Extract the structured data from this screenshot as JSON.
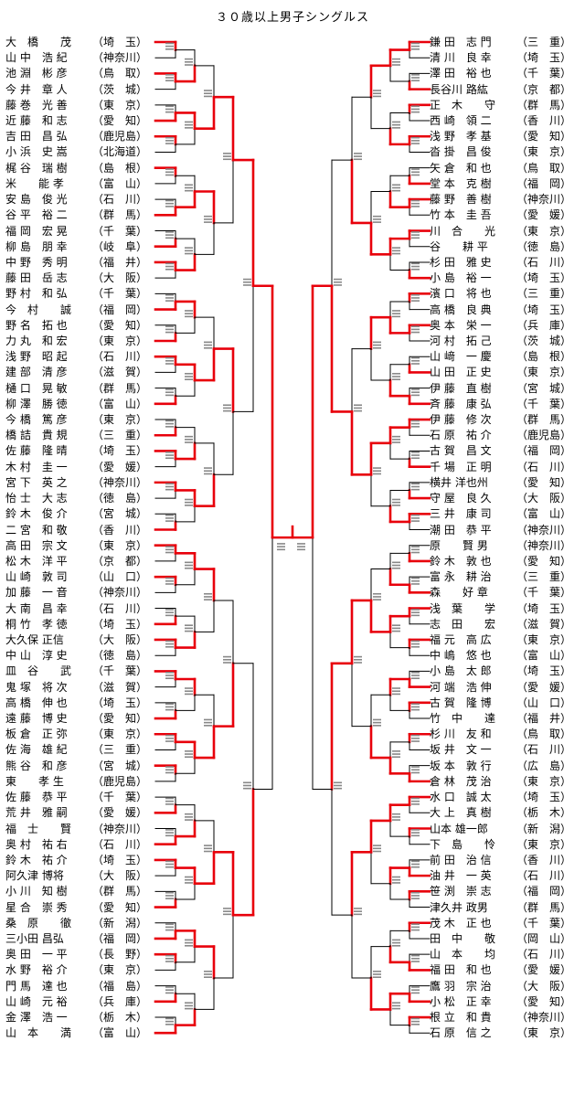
{
  "title": "３０歳以上男子シングルス",
  "left": [
    {
      "name": "大　橋　　茂",
      "pref": "（埼　玉）"
    },
    {
      "name": "山 中　浩 紀",
      "pref": "（神奈川）"
    },
    {
      "name": "池 淵　彬 彦",
      "pref": "（鳥　取）"
    },
    {
      "name": "今 井　章 人",
      "pref": "（茨　城）"
    },
    {
      "name": "藤 巻　光 善",
      "pref": "（東　京）"
    },
    {
      "name": "近 藤　和 志",
      "pref": "（愛　知）"
    },
    {
      "name": "吉 田　昌 弘",
      "pref": "（鹿児島）"
    },
    {
      "name": "小 浜　史 嵩",
      "pref": "（北海道）"
    },
    {
      "name": "梶 谷　瑞 樹",
      "pref": "（島　根）"
    },
    {
      "name": "米　　能 孝",
      "pref": "（富　山）"
    },
    {
      "name": "安 島　俊 光",
      "pref": "（石　川）"
    },
    {
      "name": "谷 平　裕 二",
      "pref": "（群　馬）"
    },
    {
      "name": "福 岡　宏 晃",
      "pref": "（千　葉）"
    },
    {
      "name": "柳 島　朋 幸",
      "pref": "（岐　阜）"
    },
    {
      "name": "中 野　秀 明",
      "pref": "（福　井）"
    },
    {
      "name": "藤 田　岳 志",
      "pref": "（大　阪）"
    },
    {
      "name": "野 村　和 弘",
      "pref": "（千　葉）"
    },
    {
      "name": "今　村　　誠",
      "pref": "（福　岡）"
    },
    {
      "name": "野 名　拓 也",
      "pref": "（愛　知）"
    },
    {
      "name": "力 丸　和 宏",
      "pref": "（東　京）"
    },
    {
      "name": "浅 野　昭 起",
      "pref": "（石　川）"
    },
    {
      "name": "建 部　清 彦",
      "pref": "（滋　賀）"
    },
    {
      "name": "樋 口　晃 敏",
      "pref": "（群　馬）"
    },
    {
      "name": "柳 澤　勝 徳",
      "pref": "（富　山）"
    },
    {
      "name": "今 橋　篤 彦",
      "pref": "（東　京）"
    },
    {
      "name": "橋 詰　貴 規",
      "pref": "（三　重）"
    },
    {
      "name": "佐 藤　隆 晴",
      "pref": "（埼　玉）"
    },
    {
      "name": "木 村　圭 一",
      "pref": "（愛　媛）"
    },
    {
      "name": "宮 下　英 之",
      "pref": "（神奈川）"
    },
    {
      "name": "怡 士　大 志",
      "pref": "（徳　島）"
    },
    {
      "name": "鈴 木　俊 介",
      "pref": "（宮　城）"
    },
    {
      "name": "二 宮　和 敬",
      "pref": "（香　川）"
    },
    {
      "name": "高 田　宗 文",
      "pref": "（東　京）"
    },
    {
      "name": "松 木　洋 平",
      "pref": "（京　都）"
    },
    {
      "name": "山 崎　敦 司",
      "pref": "（山　口）"
    },
    {
      "name": "加 藤　一 音",
      "pref": "（神奈川）"
    },
    {
      "name": "大 南　昌 幸",
      "pref": "（石　川）"
    },
    {
      "name": "桐 竹　孝 徳",
      "pref": "（埼　玉）"
    },
    {
      "name": "大久保 正信",
      "pref": "（大　阪）"
    },
    {
      "name": "中 山　淳 史",
      "pref": "（徳　島）"
    },
    {
      "name": "皿　谷　　武",
      "pref": "（千　葉）"
    },
    {
      "name": "鬼 塚　将 次",
      "pref": "（滋　賀）"
    },
    {
      "name": "高 橋　伸 也",
      "pref": "（埼　玉）"
    },
    {
      "name": "遠 藤　博 史",
      "pref": "（愛　知）"
    },
    {
      "name": "板 倉　正 弥",
      "pref": "（東　京）"
    },
    {
      "name": "佐 海　雄 紀",
      "pref": "（三　重）"
    },
    {
      "name": "熊 谷　和 彦",
      "pref": "（宮　城）"
    },
    {
      "name": "東　　孝 生",
      "pref": "（鹿児島）"
    },
    {
      "name": "佐 藤　恭 平",
      "pref": "（千　葉）"
    },
    {
      "name": "荒 井　雅 嗣",
      "pref": "（愛　媛）"
    },
    {
      "name": "福　士　　賢",
      "pref": "（神奈川）"
    },
    {
      "name": "奥 村　祐 右",
      "pref": "（石　川）"
    },
    {
      "name": "鈴 木　祐 介",
      "pref": "（埼　玉）"
    },
    {
      "name": "阿久津 博将",
      "pref": "（大　阪）"
    },
    {
      "name": "小 川　知 樹",
      "pref": "（群　馬）"
    },
    {
      "name": "星 合　崇 秀",
      "pref": "（愛　知）"
    },
    {
      "name": "桑　原　　徹",
      "pref": "（新　潟）"
    },
    {
      "name": "三小田 昌弘",
      "pref": "（福　岡）"
    },
    {
      "name": "奥 田　一 平",
      "pref": "（長　野）"
    },
    {
      "name": "水 野　裕 介",
      "pref": "（東　京）"
    },
    {
      "name": "門 馬　達 也",
      "pref": "（福　島）"
    },
    {
      "name": "山 崎　元 裕",
      "pref": "（兵　庫）"
    },
    {
      "name": "金 澤　浩 一",
      "pref": "（栃　木）"
    },
    {
      "name": "山　本　　満",
      "pref": "（富　山）"
    }
  ],
  "right": [
    {
      "name": "鎌 田　志 門",
      "pref": "（三　重）"
    },
    {
      "name": "清 川　良 幸",
      "pref": "（埼　玉）"
    },
    {
      "name": "澤 田　裕 也",
      "pref": "（千　葉）"
    },
    {
      "name": "長谷川 路紘",
      "pref": "（京　都）"
    },
    {
      "name": "正　木　　守",
      "pref": "（群　馬）"
    },
    {
      "name": "西 崎　領 二",
      "pref": "（香　川）"
    },
    {
      "name": "浅 野　孝 基",
      "pref": "（愛　知）"
    },
    {
      "name": "沓 掛　昌 俊",
      "pref": "（東　京）"
    },
    {
      "name": "矢 倉　和 也",
      "pref": "（鳥　取）"
    },
    {
      "name": "堂 本　克 樹",
      "pref": "（福　岡）"
    },
    {
      "name": "藤 野　善 樹",
      "pref": "（神奈川）"
    },
    {
      "name": "竹 本　圭 吾",
      "pref": "（愛　媛）"
    },
    {
      "name": "川　合　　光",
      "pref": "（東　京）"
    },
    {
      "name": "谷　　耕 平",
      "pref": "（徳　島）"
    },
    {
      "name": "杉 田　雅 史",
      "pref": "（石　川）"
    },
    {
      "name": "小 島　裕 一",
      "pref": "（埼　玉）"
    },
    {
      "name": "濱 口　将 也",
      "pref": "（三　重）"
    },
    {
      "name": "高 橋　良 典",
      "pref": "（埼　玉）"
    },
    {
      "name": "奥 本　栄 一",
      "pref": "（兵　庫）"
    },
    {
      "name": "河 村　拓 己",
      "pref": "（茨　城）"
    },
    {
      "name": "山 﨑　一 慶",
      "pref": "（島　根）"
    },
    {
      "name": "山 田　正 史",
      "pref": "（東　京）"
    },
    {
      "name": "伊 藤　直 樹",
      "pref": "（宮　城）"
    },
    {
      "name": "斉 藤　康 弘",
      "pref": "（千　葉）"
    },
    {
      "name": "伊 藤　修 次",
      "pref": "（群　馬）"
    },
    {
      "name": "石 原　祐 介",
      "pref": "（鹿児島）"
    },
    {
      "name": "古 賀　昌 文",
      "pref": "（福　岡）"
    },
    {
      "name": "千 場　正 明",
      "pref": "（石　川）"
    },
    {
      "name": "横井 洋也州",
      "pref": "（愛　知）"
    },
    {
      "name": "守 屋　良 久",
      "pref": "（大　阪）"
    },
    {
      "name": "三 井　康 司",
      "pref": "（富　山）"
    },
    {
      "name": "潮 田　恭 平",
      "pref": "（神奈川）"
    },
    {
      "name": "原　　賢 男",
      "pref": "（神奈川）"
    },
    {
      "name": "鈴 木　敦 也",
      "pref": "（愛　知）"
    },
    {
      "name": "富 永　耕 治",
      "pref": "（三　重）"
    },
    {
      "name": "森　　好 章",
      "pref": "（千　葉）"
    },
    {
      "name": "浅　葉　　学",
      "pref": "（埼　玉）"
    },
    {
      "name": "志　田　　宏",
      "pref": "（滋　賀）"
    },
    {
      "name": "福 元　高 広",
      "pref": "（東　京）"
    },
    {
      "name": "中 嶋　悠 也",
      "pref": "（富　山）"
    },
    {
      "name": "小 島　太 郎",
      "pref": "（埼　玉）"
    },
    {
      "name": "河 端　浩 伸",
      "pref": "（愛　媛）"
    },
    {
      "name": "古 賀　隆 博",
      "pref": "（山　口）"
    },
    {
      "name": "竹　中　　達",
      "pref": "（福　井）"
    },
    {
      "name": "杉 川　友 和",
      "pref": "（鳥　取）"
    },
    {
      "name": "坂 井　文 一",
      "pref": "（石　川）"
    },
    {
      "name": "坂 本　敦 行",
      "pref": "（広　島）"
    },
    {
      "name": "倉 林　茂 治",
      "pref": "（東　京）"
    },
    {
      "name": "水 口　誠 太",
      "pref": "（埼　玉）"
    },
    {
      "name": "大 上　真 樹",
      "pref": "（栃　木）"
    },
    {
      "name": "山本 雄一郎",
      "pref": "（新　潟）"
    },
    {
      "name": "下　島　　怜",
      "pref": "（東　京）"
    },
    {
      "name": "前 田　治 信",
      "pref": "（香　川）"
    },
    {
      "name": "油 井　一 英",
      "pref": "（石　川）"
    },
    {
      "name": "笹 渕　崇 志",
      "pref": "（福　岡）"
    },
    {
      "name": "津久井 政男",
      "pref": "（群　馬）"
    },
    {
      "name": "茂 木　正 也",
      "pref": "（千　葉）"
    },
    {
      "name": "田　中　　敬",
      "pref": "（岡　山）"
    },
    {
      "name": "山　本　　均",
      "pref": "（石　川）"
    },
    {
      "name": "福 田　和 也",
      "pref": "（愛　媛）"
    },
    {
      "name": "鷹 羽　宗 治",
      "pref": "（大　阪）"
    },
    {
      "name": "小 松　正 幸",
      "pref": "（愛　知）"
    },
    {
      "name": "根 立　和 貴",
      "pref": "（神奈川）"
    },
    {
      "name": "石 原　信 之",
      "pref": "（東　京）"
    }
  ],
  "bracket_color": "#e8000b",
  "line_color": "#000000"
}
